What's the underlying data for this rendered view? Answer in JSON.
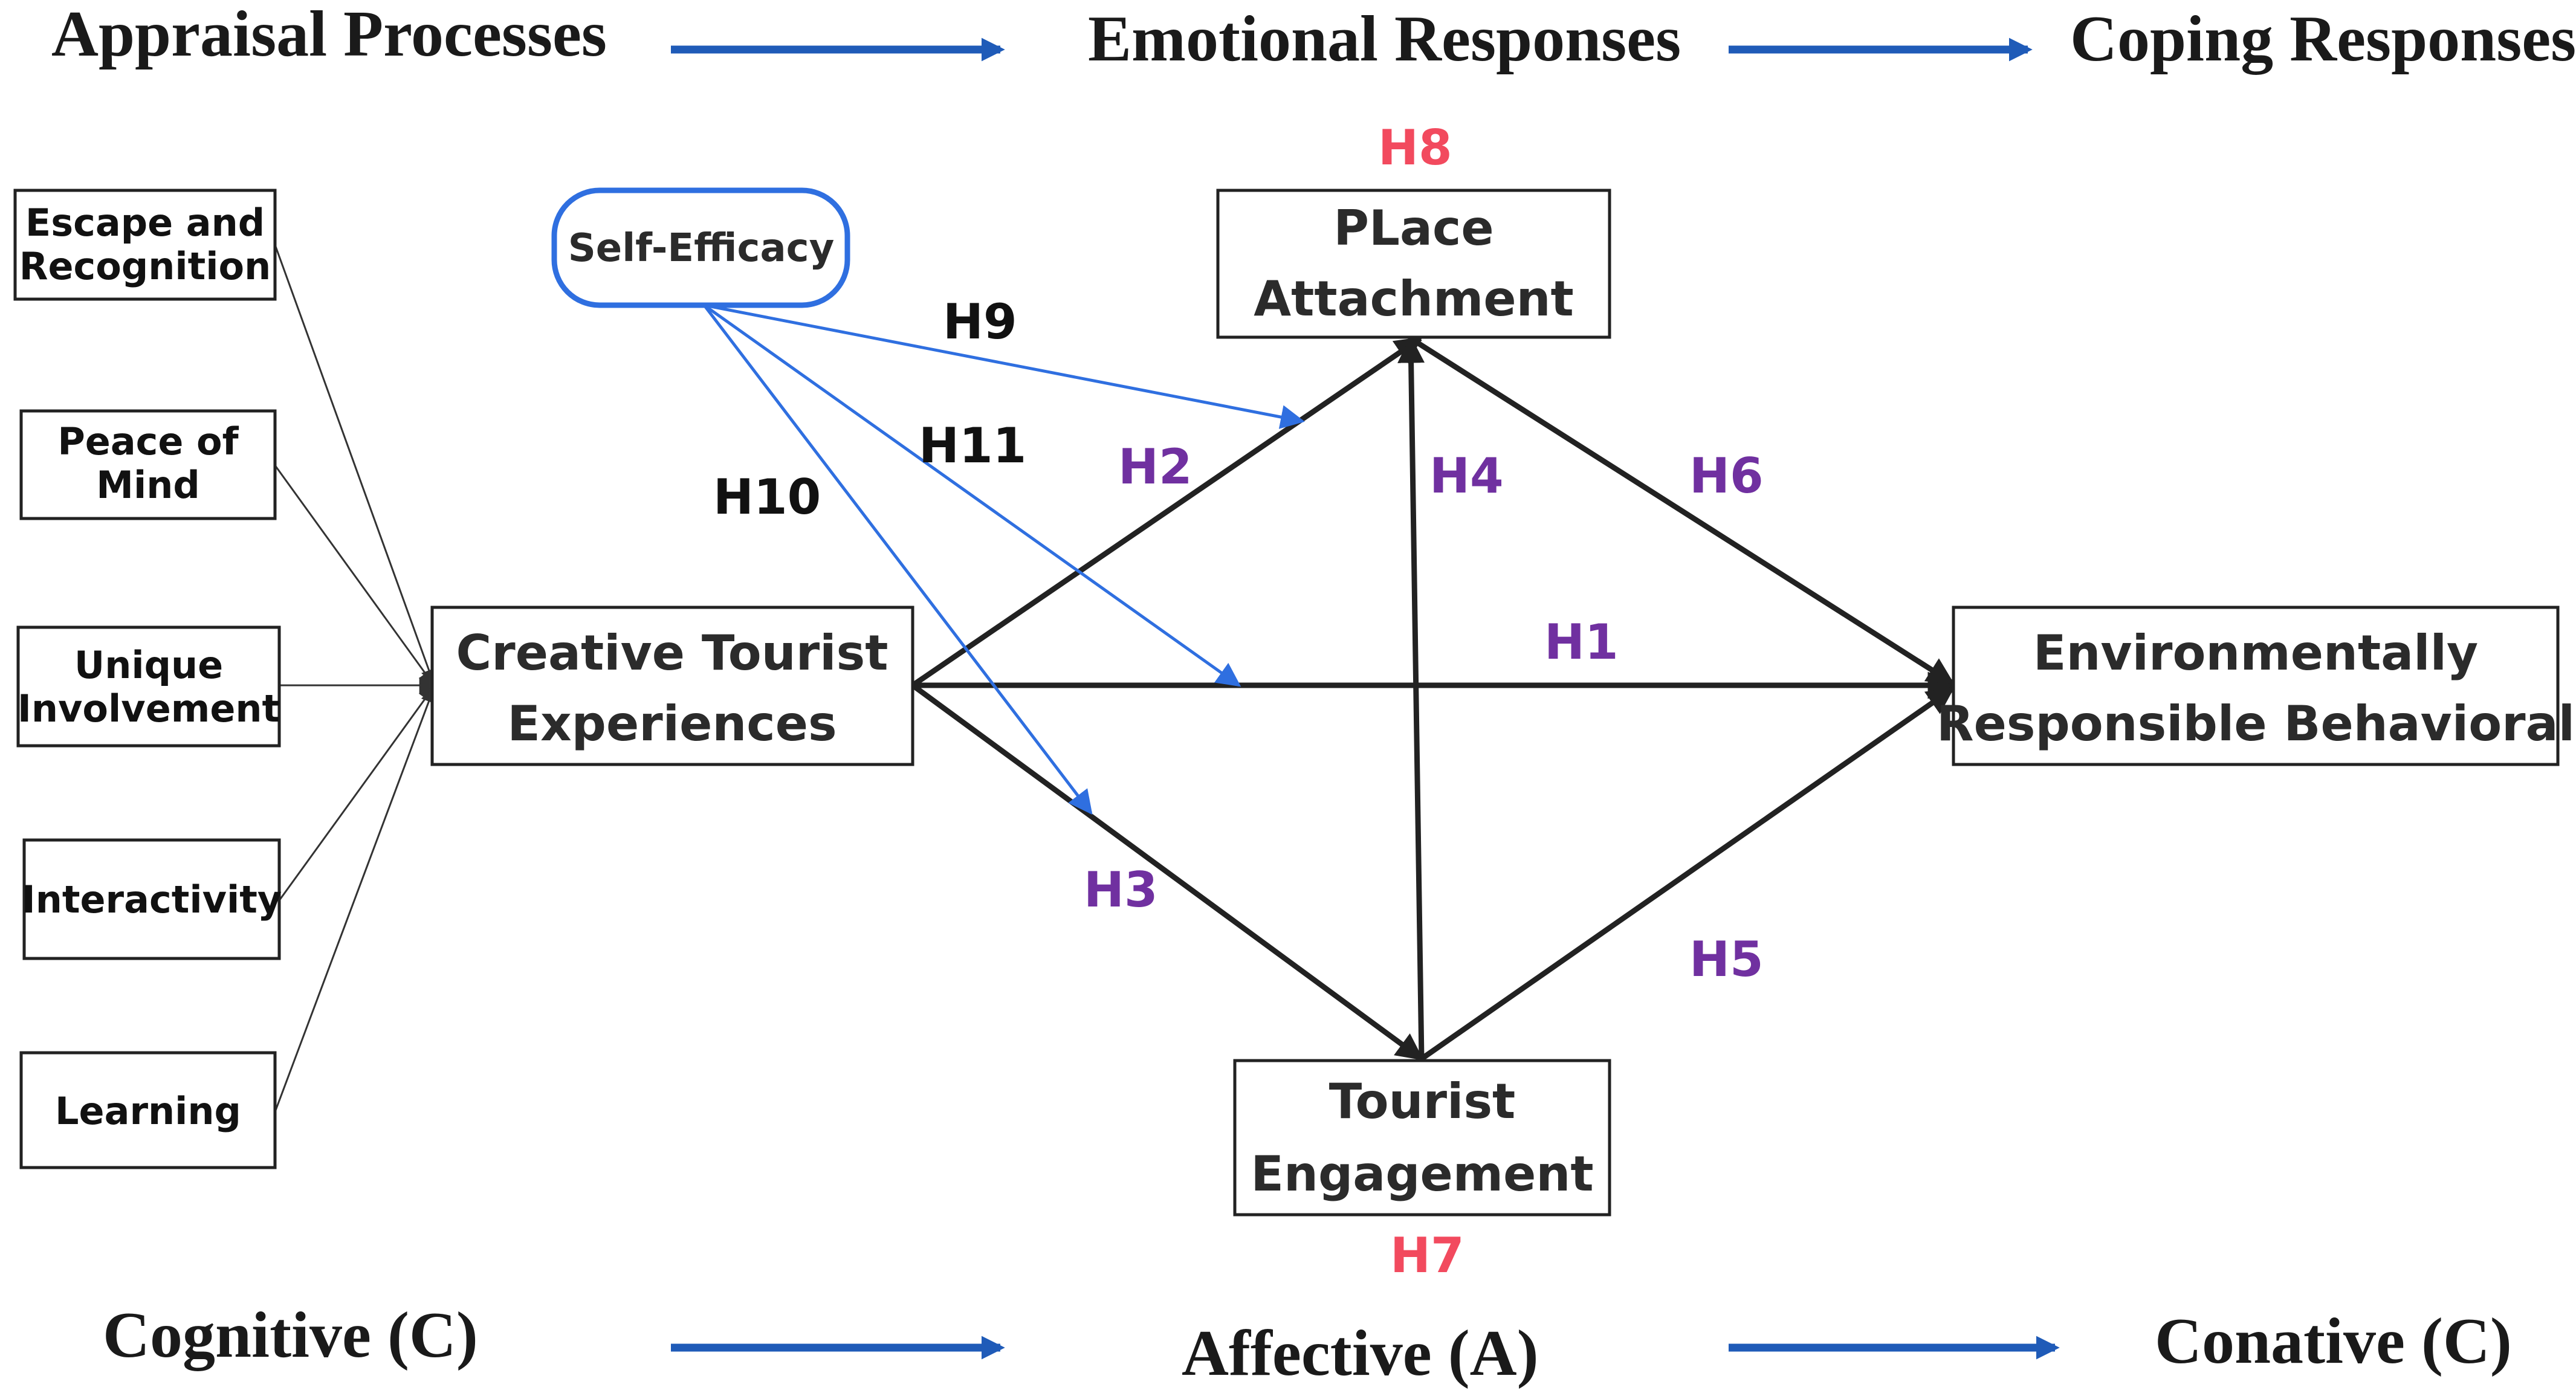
{
  "header": {
    "stage_1": "Appraisal Processes",
    "stage_2": "Emotional Responses",
    "stage_3": "Coping Responses"
  },
  "footer": {
    "stage_1": "Cognitive (C)",
    "stage_2": "Affective (A)",
    "stage_3": "Conative (C)"
  },
  "dimensions": {
    "d1_line1": "Escape and",
    "d1_line2": "Recognition",
    "d2_line1": "Peace of",
    "d2_line2": "Mind",
    "d3_line1": "Unique",
    "d3_line2": "Involvement",
    "d4": "Interactivity",
    "d5": "Learning"
  },
  "constructs": {
    "self_efficacy": "Self-Efficacy",
    "cte_line1": "Creative Tourist",
    "cte_line2": "Experiences",
    "pa_line1": "PLace",
    "pa_line2": "Attachment",
    "te_line1": "Tourist",
    "te_line2": "Engagement",
    "erb_line1": "Environmentally",
    "erb_line2": "Responsible Behavioral"
  },
  "hypotheses": {
    "h1": "H1",
    "h2": "H2",
    "h3": "H3",
    "h4": "H4",
    "h5": "H5",
    "h6": "H6",
    "h7": "H7",
    "h8": "H8",
    "h9": "H9",
    "h10": "H10",
    "h11": "H11"
  },
  "colors": {
    "hypothesis_purple": "#7030a0",
    "hypothesis_red": "#f24a5e",
    "moderator_blue": "#2f6fe0",
    "flow_arrow_blue": "#1f5bb8"
  }
}
